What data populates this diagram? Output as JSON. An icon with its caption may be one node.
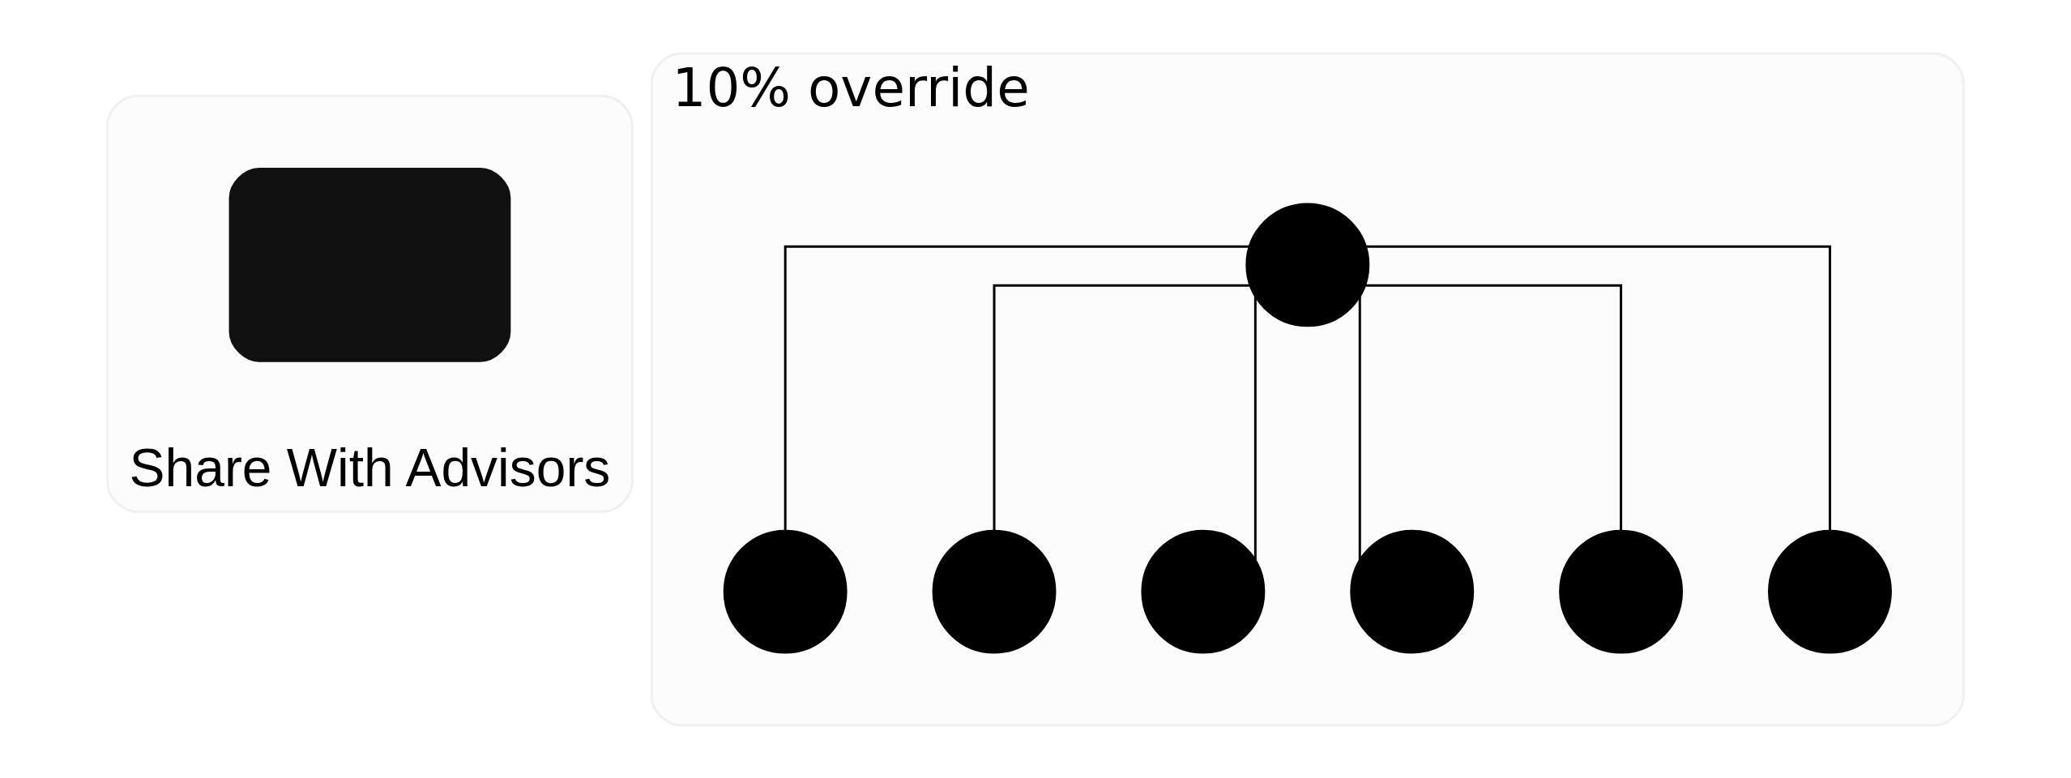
{
  "diagram": {
    "nodes": [
      {
        "text": [
          "Share With Advisors"
        ]
      },
      {
        "text": [],
        "shape": "box",
        "in": 0
      },
      {
        "text": [
          "10% override"
        ]
      },
      {
        "text": [],
        "shape": "person",
        "in": 2
      },
      {
        "text": [],
        "shape": "person",
        "in": 2
      },
      {
        "text": [],
        "shape": "person",
        "in": 2
      },
      {
        "text": [],
        "shape": "person",
        "in": 2
      },
      {
        "text": [],
        "shape": "person",
        "in": 2
      },
      {
        "text": [],
        "shape": "person",
        "in": 2
      },
      {
        "text": [],
        "shape": "person",
        "in": 2
      }
    ],
    "edges": [
      {
        "from": 3,
        "to": 4,
        "arrow": "none"
      },
      {
        "from": 3,
        "to": 5,
        "arrow": "none"
      },
      {
        "from": 3,
        "to": 6,
        "arrow": "none"
      },
      {
        "from": 3,
        "to": 7,
        "arrow": "none"
      },
      {
        "from": 3,
        "to": 8,
        "arrow": "none"
      },
      {
        "from": 3,
        "to": 9,
        "arrow": "none"
      }
    ]
  }
}
